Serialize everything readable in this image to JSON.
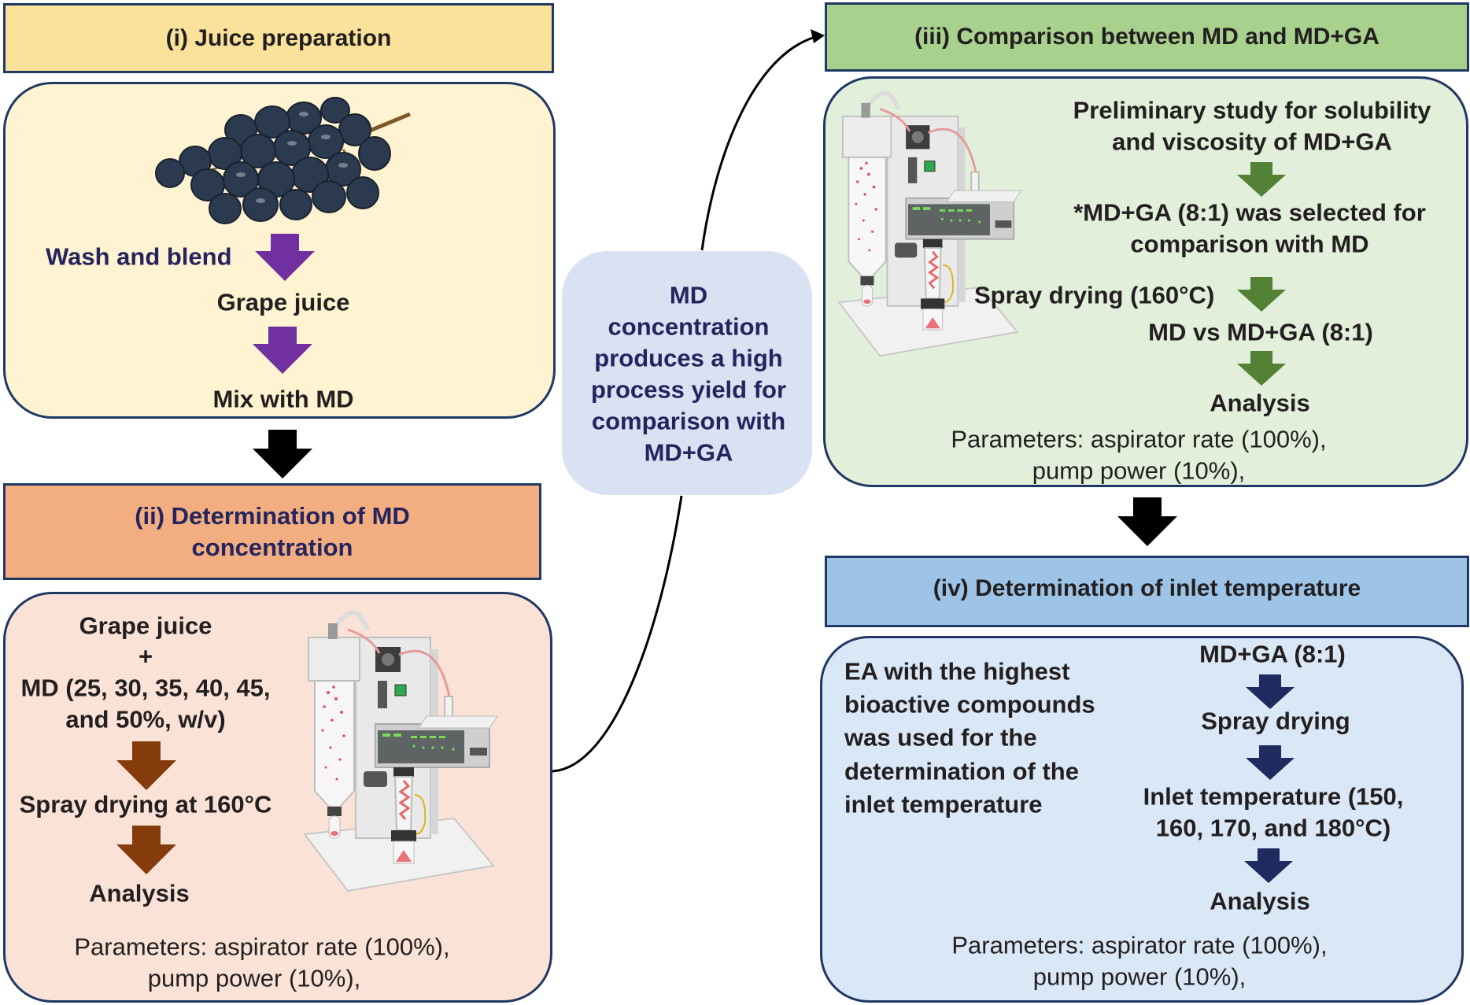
{
  "colors": {
    "border": "#1f3864",
    "text_dark": "#231f20",
    "text_navy": "#25245e",
    "juice_header": "#fbe29a",
    "juice_body": "#fff3d1",
    "md_header": "#f2ae80",
    "md_body": "#fae2d6",
    "comparison_header": "#a9d18e",
    "comparison_body": "#e2efda",
    "inlet_header": "#9dc3e6",
    "inlet_body": "#dae7f6",
    "note_pill": "#d9e2f3",
    "arrow_purple": "#7030a0",
    "arrow_brown": "#843c0c",
    "arrow_green": "#538135",
    "arrow_navy": "#1f2a5e",
    "arrow_black": "#000000"
  },
  "section_i": {
    "header": "(i) Juice preparation",
    "image": "grape-bunch",
    "steps": [
      "Wash and blend",
      "Grape juice",
      "Mix with MD"
    ]
  },
  "section_ii": {
    "header_line1": "(ii) Determination of MD",
    "header_line2": "concentration",
    "image": "spray-dryer",
    "steps": {
      "input_line1": "Grape juice",
      "plus": "+",
      "input_line2": "MD (25, 30, 35, 40, 45,",
      "input_line3": "and 50%, w/v)",
      "process": "Spray drying at 160°C",
      "result": "Analysis"
    },
    "parameters_line1": "Parameters: aspirator rate (100%),",
    "parameters_line2": "pump power (10%),"
  },
  "note": {
    "lines": [
      "MD",
      "concentration",
      "produces a high",
      "process yield for",
      "comparison with",
      "MD+GA"
    ]
  },
  "section_iii": {
    "header": "(iii) Comparison between MD and MD+GA",
    "image": "spray-dryer",
    "steps": {
      "study_line1": "Preliminary study for solubility",
      "study_line2": "and viscosity of MD+GA",
      "selected_line1": "*MD+GA (8:1) was selected for",
      "selected_line2": "comparison with MD",
      "process": "Spray drying (160°C)",
      "compare": "MD vs MD+GA (8:1)",
      "result": "Analysis"
    },
    "parameters_line1": "Parameters: aspirator rate (100%),",
    "parameters_line2": "pump power (10%),"
  },
  "section_iv": {
    "header": "(iv) Determination of inlet temperature",
    "description": [
      "EA with the highest",
      "bioactive compounds",
      "was used for the",
      "determination of the",
      "inlet temperature"
    ],
    "steps": {
      "input": "MD+GA (8:1)",
      "process": "Spray drying",
      "variable_line1": "Inlet temperature (150,",
      "variable_line2": "160, 170, and 180°C)",
      "result": "Analysis"
    },
    "parameters_line1": "Parameters: aspirator rate (100%),",
    "parameters_line2": "pump power (10%),"
  }
}
